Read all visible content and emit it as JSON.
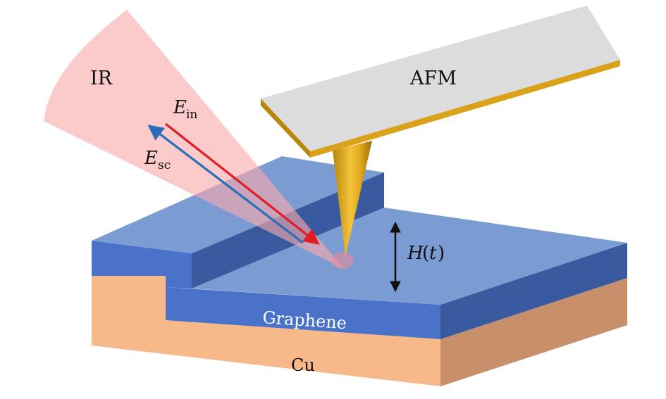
{
  "labels": {
    "ir": "IR",
    "afm": "AFM",
    "e_in_symbol": "E",
    "e_in_sub": "in",
    "e_sc_symbol": "E",
    "e_sc_sub": "sc",
    "height_func": "H",
    "height_paren_open": "(",
    "height_var": "t",
    "height_paren_close": ")",
    "graphene": "Graphene",
    "cu": "Cu"
  },
  "colors": {
    "ir_beam": "#f9a9ab",
    "afm_cantilever_top": "#dcdcdc",
    "afm_cantilever_edge": "#d9a21a",
    "afm_tip": "#e8b524",
    "graphene_top": "#7b9bd3",
    "graphene_front": "#4a72c8",
    "graphene_side": "#3a5aa0",
    "copper_front": "#f8b98a",
    "copper_side": "#c8906a",
    "incident_arrow": "#e21b24",
    "scattered_arrow": "#2a6db8",
    "height_arrow": "#111111"
  }
}
